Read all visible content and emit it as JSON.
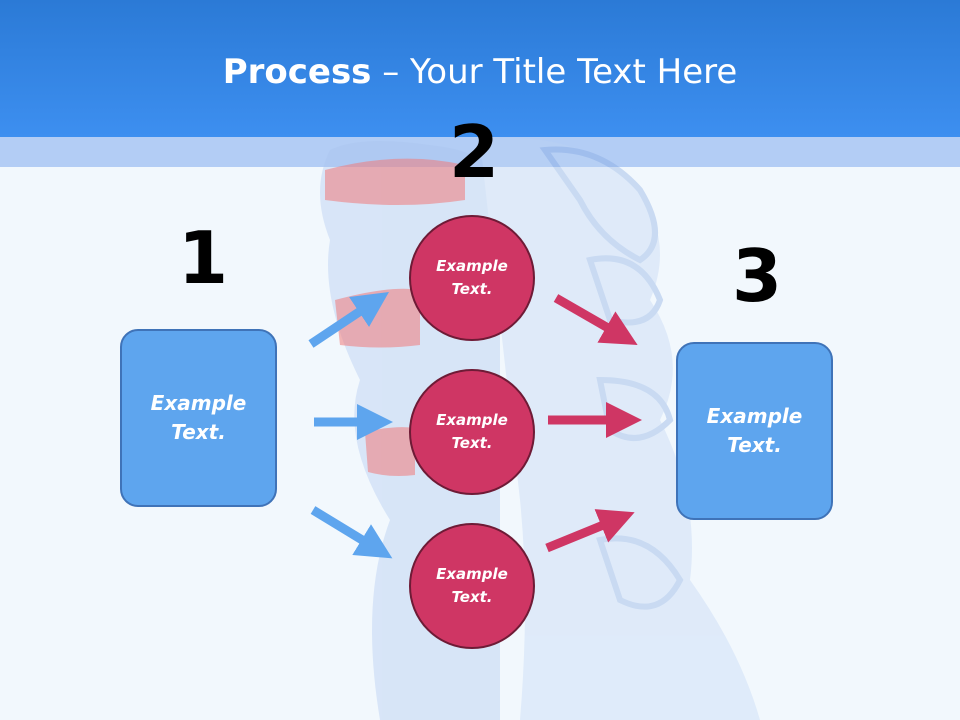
{
  "title": {
    "bold": "Process",
    "rest": " – Your Title Text Here"
  },
  "steps": [
    {
      "number": "1",
      "text": [
        "Example",
        "Text."
      ]
    },
    {
      "number": "2",
      "circles": [
        {
          "text": [
            "Example",
            "Text."
          ]
        },
        {
          "text": [
            "Example",
            "Text."
          ]
        },
        {
          "text": [
            "Example",
            "Text."
          ]
        }
      ]
    },
    {
      "number": "3",
      "text": [
        "Example",
        "Text."
      ]
    }
  ],
  "colors": {
    "header": "#3d8ff0",
    "box": "#5ea5ee",
    "circle": "#cf3664",
    "arrow_in": "#5ea5ee",
    "arrow_out": "#cf3664"
  }
}
